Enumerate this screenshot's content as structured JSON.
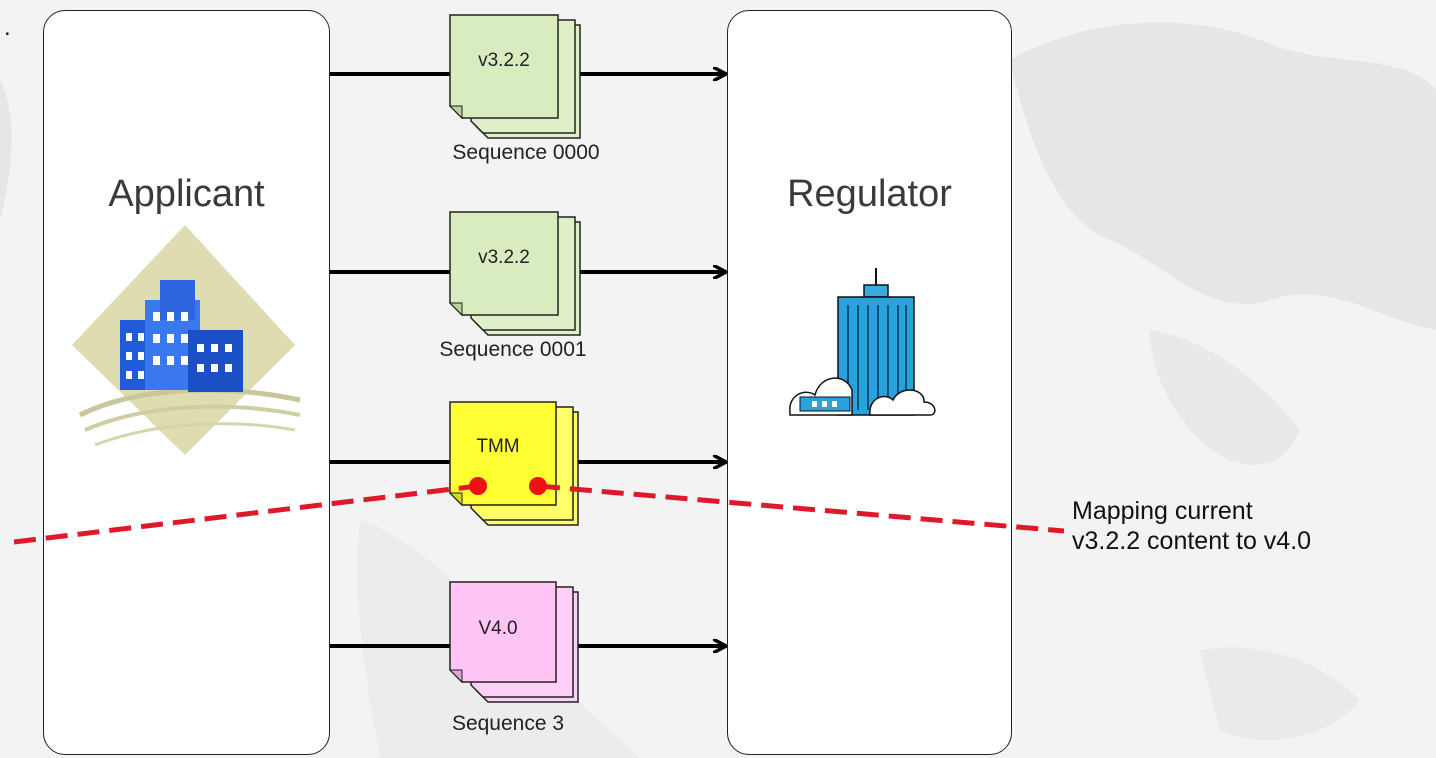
{
  "nodes": {
    "applicant": "Applicant",
    "regulator": "Regulator"
  },
  "documents": [
    {
      "version": "v3.2.2",
      "caption": "Sequence 0000",
      "color": "#d9ecbf"
    },
    {
      "version": "v3.2.2",
      "caption": "Sequence 0001",
      "color": "#d9ecbf"
    },
    {
      "version": "TMM",
      "caption": "",
      "color": "#ffff33"
    },
    {
      "version": "V4.0",
      "caption": "Sequence 3",
      "color": "#ffc6f5"
    }
  ],
  "note": {
    "line1": "Mapping current",
    "line2": "v3.2.2 content to v4.0"
  },
  "colors": {
    "mapping_line": "#e0192a",
    "arrow": "#000000",
    "box_border": "#222222"
  },
  "icons": {
    "applicant_icon": "office-buildings-icon",
    "regulator_icon": "skyscraper-with-clouds-icon"
  }
}
